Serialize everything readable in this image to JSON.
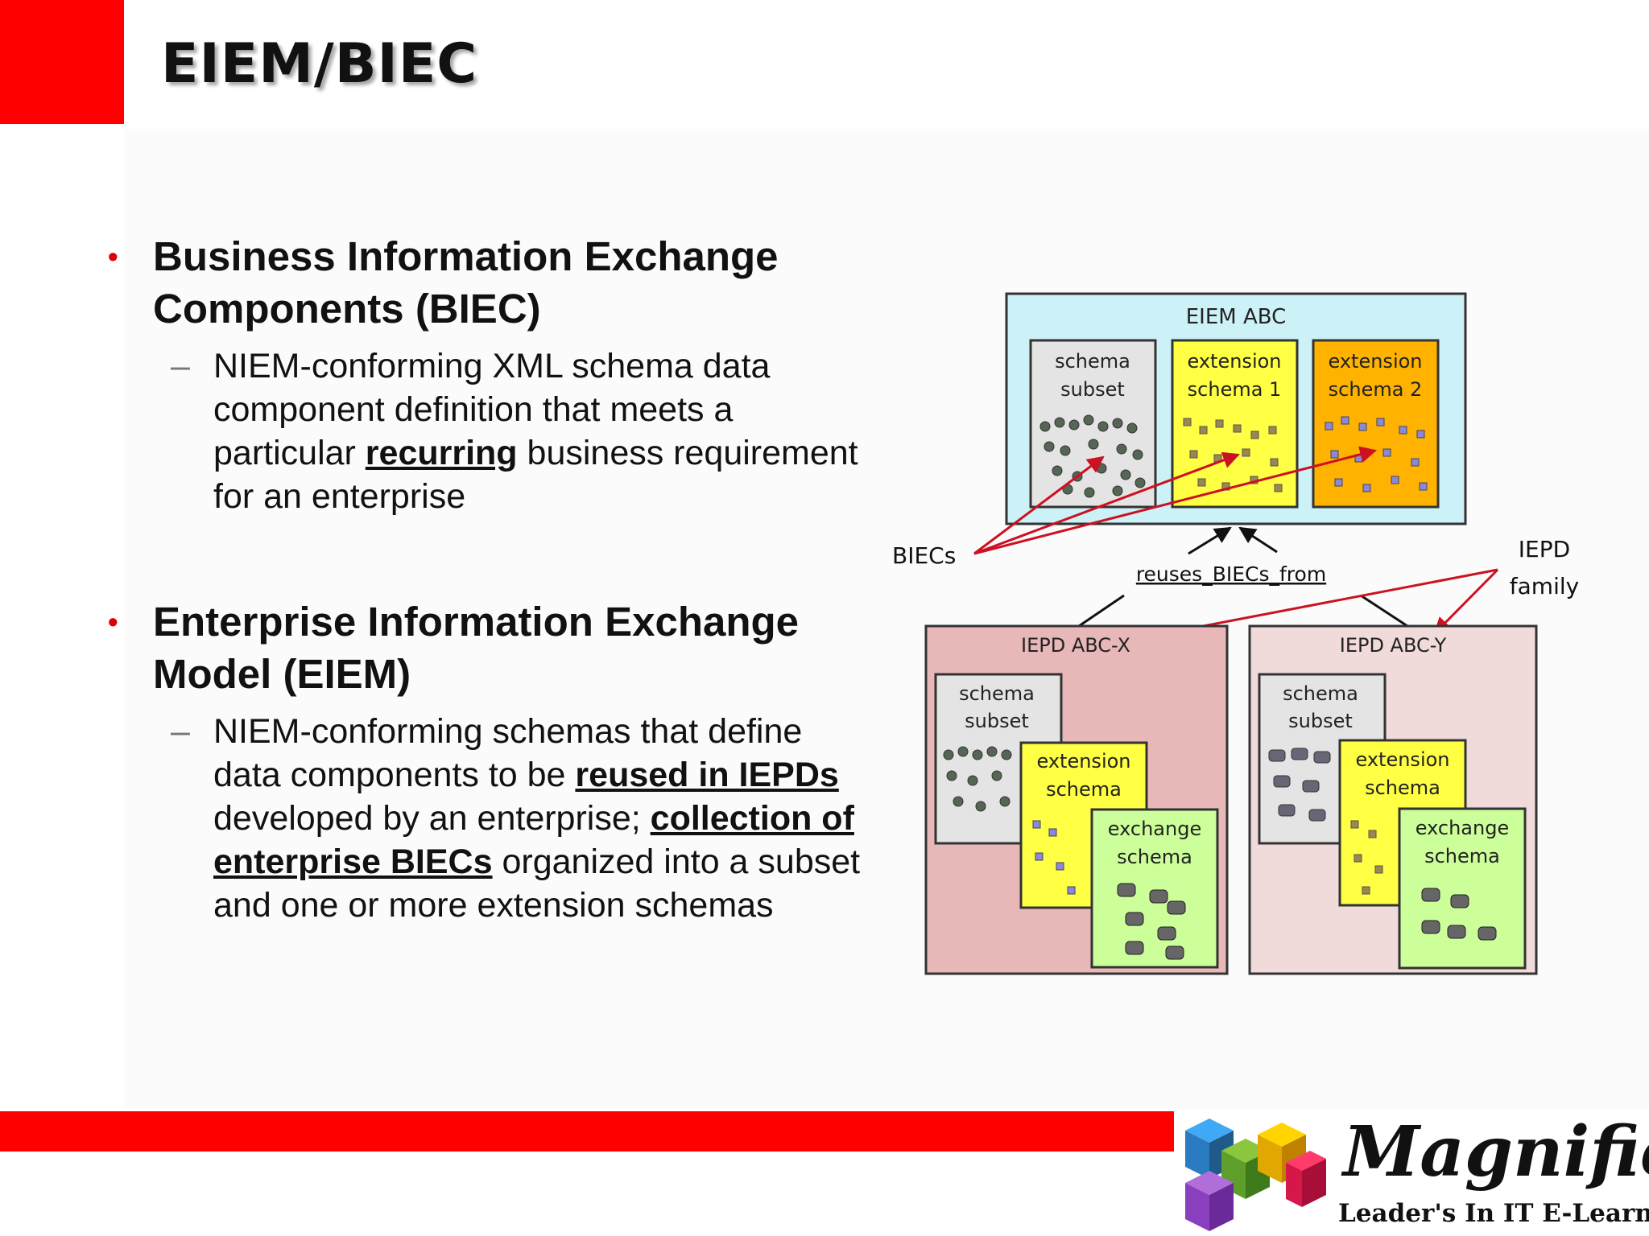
{
  "slide": {
    "title": "EIEM/BIEC",
    "bullets": [
      {
        "heading": "Business Information Exchange Components (BIEC)",
        "sub": {
          "t1": "NIEM-conforming XML schema data component definition that meets a particular ",
          "e1": "recurring",
          "t2": " business requirement for an enterprise"
        }
      },
      {
        "heading": "Enterprise Information Exchange Model (EIEM)",
        "sub": {
          "t1": "NIEM-conforming schemas that define data components to be ",
          "e1": "reused in IEPDs",
          "t2": " developed by an enterprise; ",
          "e2": "collection of enterprise BIECs",
          "t3": " organized into a subset and one or more extension schemas"
        }
      }
    ]
  },
  "diagram": {
    "eiem": {
      "title": "EIEM ABC",
      "subset": [
        "schema",
        "subset"
      ],
      "ext1": [
        "extension",
        "schema 1"
      ],
      "ext2": [
        "extension",
        "schema 2"
      ]
    },
    "biecs_label": "BIECs",
    "reuses_label": "reuses_BIECs_from",
    "family_label": [
      "IEPD",
      "family"
    ],
    "iepd_x": {
      "title": "IEPD ABC-X",
      "subset": [
        "schema",
        "subset"
      ],
      "ext": [
        "extension",
        "schema"
      ],
      "exchange": [
        "exchange",
        "schema"
      ]
    },
    "iepd_y": {
      "title": "IEPD ABC-Y",
      "subset": [
        "schema",
        "subset"
      ],
      "ext": [
        "extension",
        "schema"
      ],
      "exchange": [
        "exchange",
        "schema"
      ]
    },
    "colors": {
      "eiem_bg": "#ccf2f8",
      "subset_bg": "#e4e4e4",
      "ext_bg": "#ffff44",
      "ext2_bg": "#ffb300",
      "exchange_bg": "#ccff99",
      "iepd_x_bg": "#e8b8b8",
      "iepd_y_bg": "#f0dada",
      "arrow_red": "#cc1122"
    }
  },
  "footer": {
    "brand": "Magnific",
    "tagline": "Leader's In IT E-Learning",
    "accent": "#ff0000"
  }
}
